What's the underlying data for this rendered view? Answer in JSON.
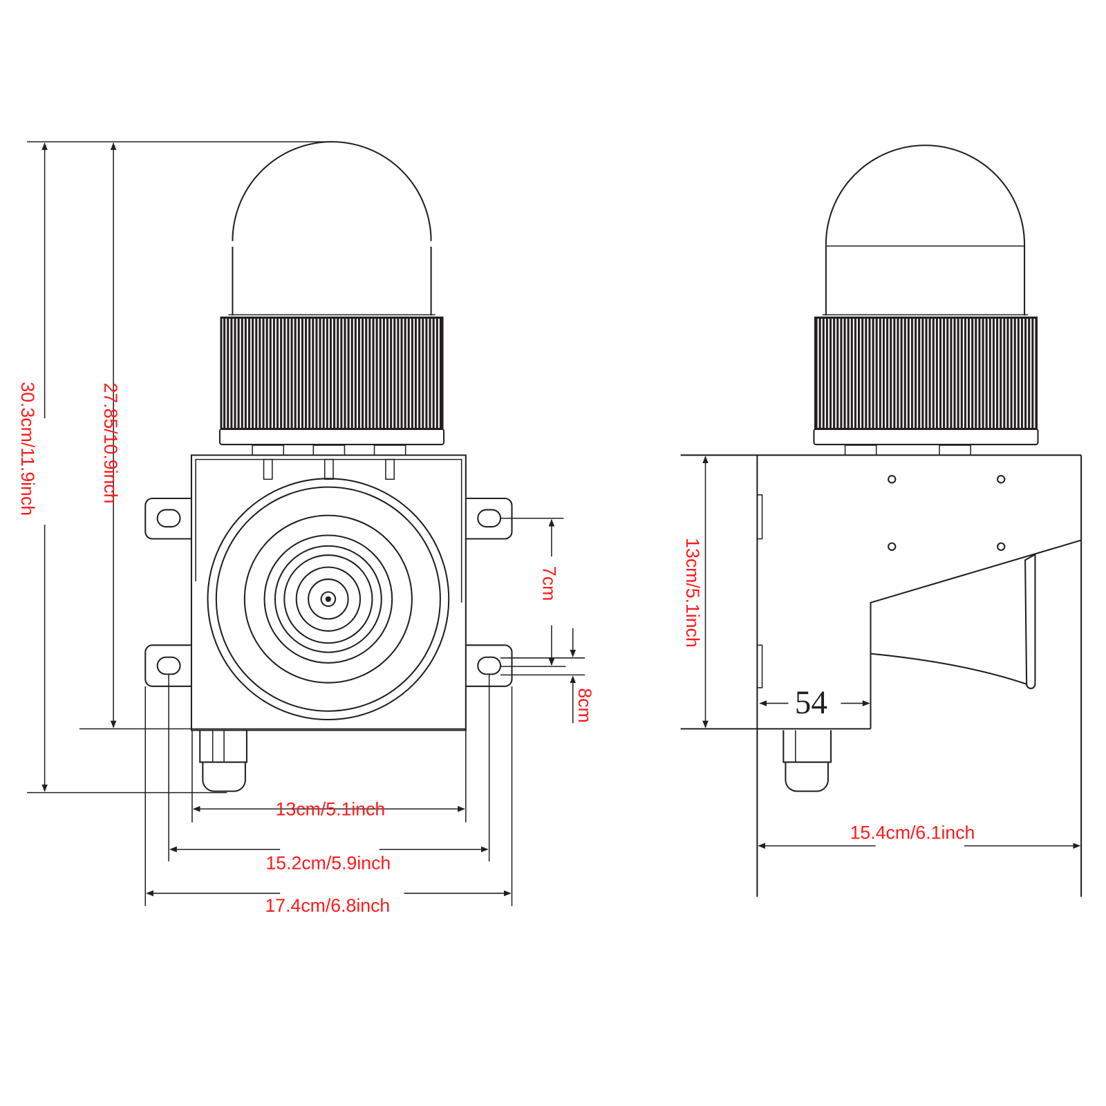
{
  "colors": {
    "line": "#231f20",
    "dimension_text": "#ff1a1a"
  },
  "front_view": {
    "total_height": "30.3cm/11.9inch",
    "body_height": "27.85/10.9inch",
    "box_width": "13cm/5.1inch",
    "mount_hole_spacing": "15.2cm/5.9inch",
    "overall_width": "17.4cm/6.8inch",
    "hole_vertical_spacing": "7cm",
    "hole_offset": "8cm"
  },
  "side_view": {
    "box_height": "13cm/5.1inch",
    "horn_offset": "54",
    "overall_depth": "15.4cm/6.1inch"
  }
}
